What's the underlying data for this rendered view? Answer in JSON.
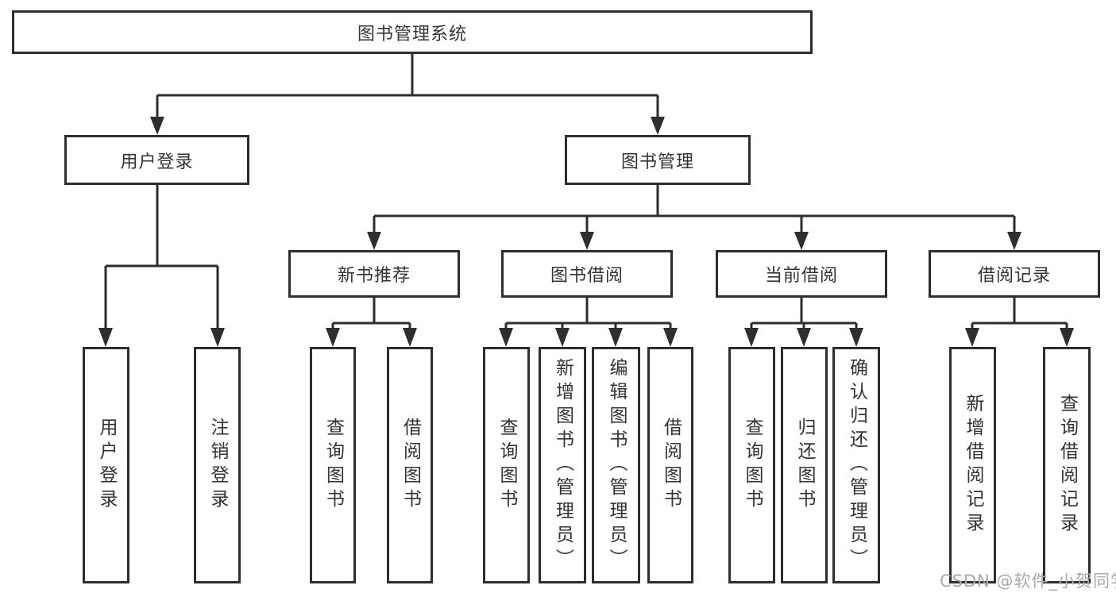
{
  "diagram": {
    "root": {
      "label": "图书管理系统"
    },
    "children": [
      {
        "label": "用户登录",
        "children": [
          {
            "label": "用户登录"
          },
          {
            "label": "注销登录"
          }
        ]
      },
      {
        "label": "图书管理",
        "children": [
          {
            "label": "新书推荐",
            "children": [
              {
                "label": "查询图书"
              },
              {
                "label": "借阅图书"
              }
            ]
          },
          {
            "label": "图书借阅",
            "children": [
              {
                "label": "查询图书"
              },
              {
                "label": "新增图书（管理员）"
              },
              {
                "label": "编辑图书（管理员）"
              },
              {
                "label": "借阅图书"
              }
            ]
          },
          {
            "label": "当前借阅",
            "children": [
              {
                "label": "查询图书"
              },
              {
                "label": "归还图书"
              },
              {
                "label": "确认归还（管理员）"
              }
            ]
          },
          {
            "label": "借阅记录",
            "children": [
              {
                "label": "新增借阅记录"
              },
              {
                "label": "查询借阅记录"
              }
            ]
          }
        ]
      }
    ]
  },
  "watermark": {
    "text": "CSDN @软件_小贺同学"
  },
  "colors": {
    "line": "#2e2e2e",
    "box_border": "#2e2e2e",
    "box_bg": "#ffffff",
    "text": "#333333",
    "watermark": "#a9a9a9",
    "background": "#ffffff"
  }
}
